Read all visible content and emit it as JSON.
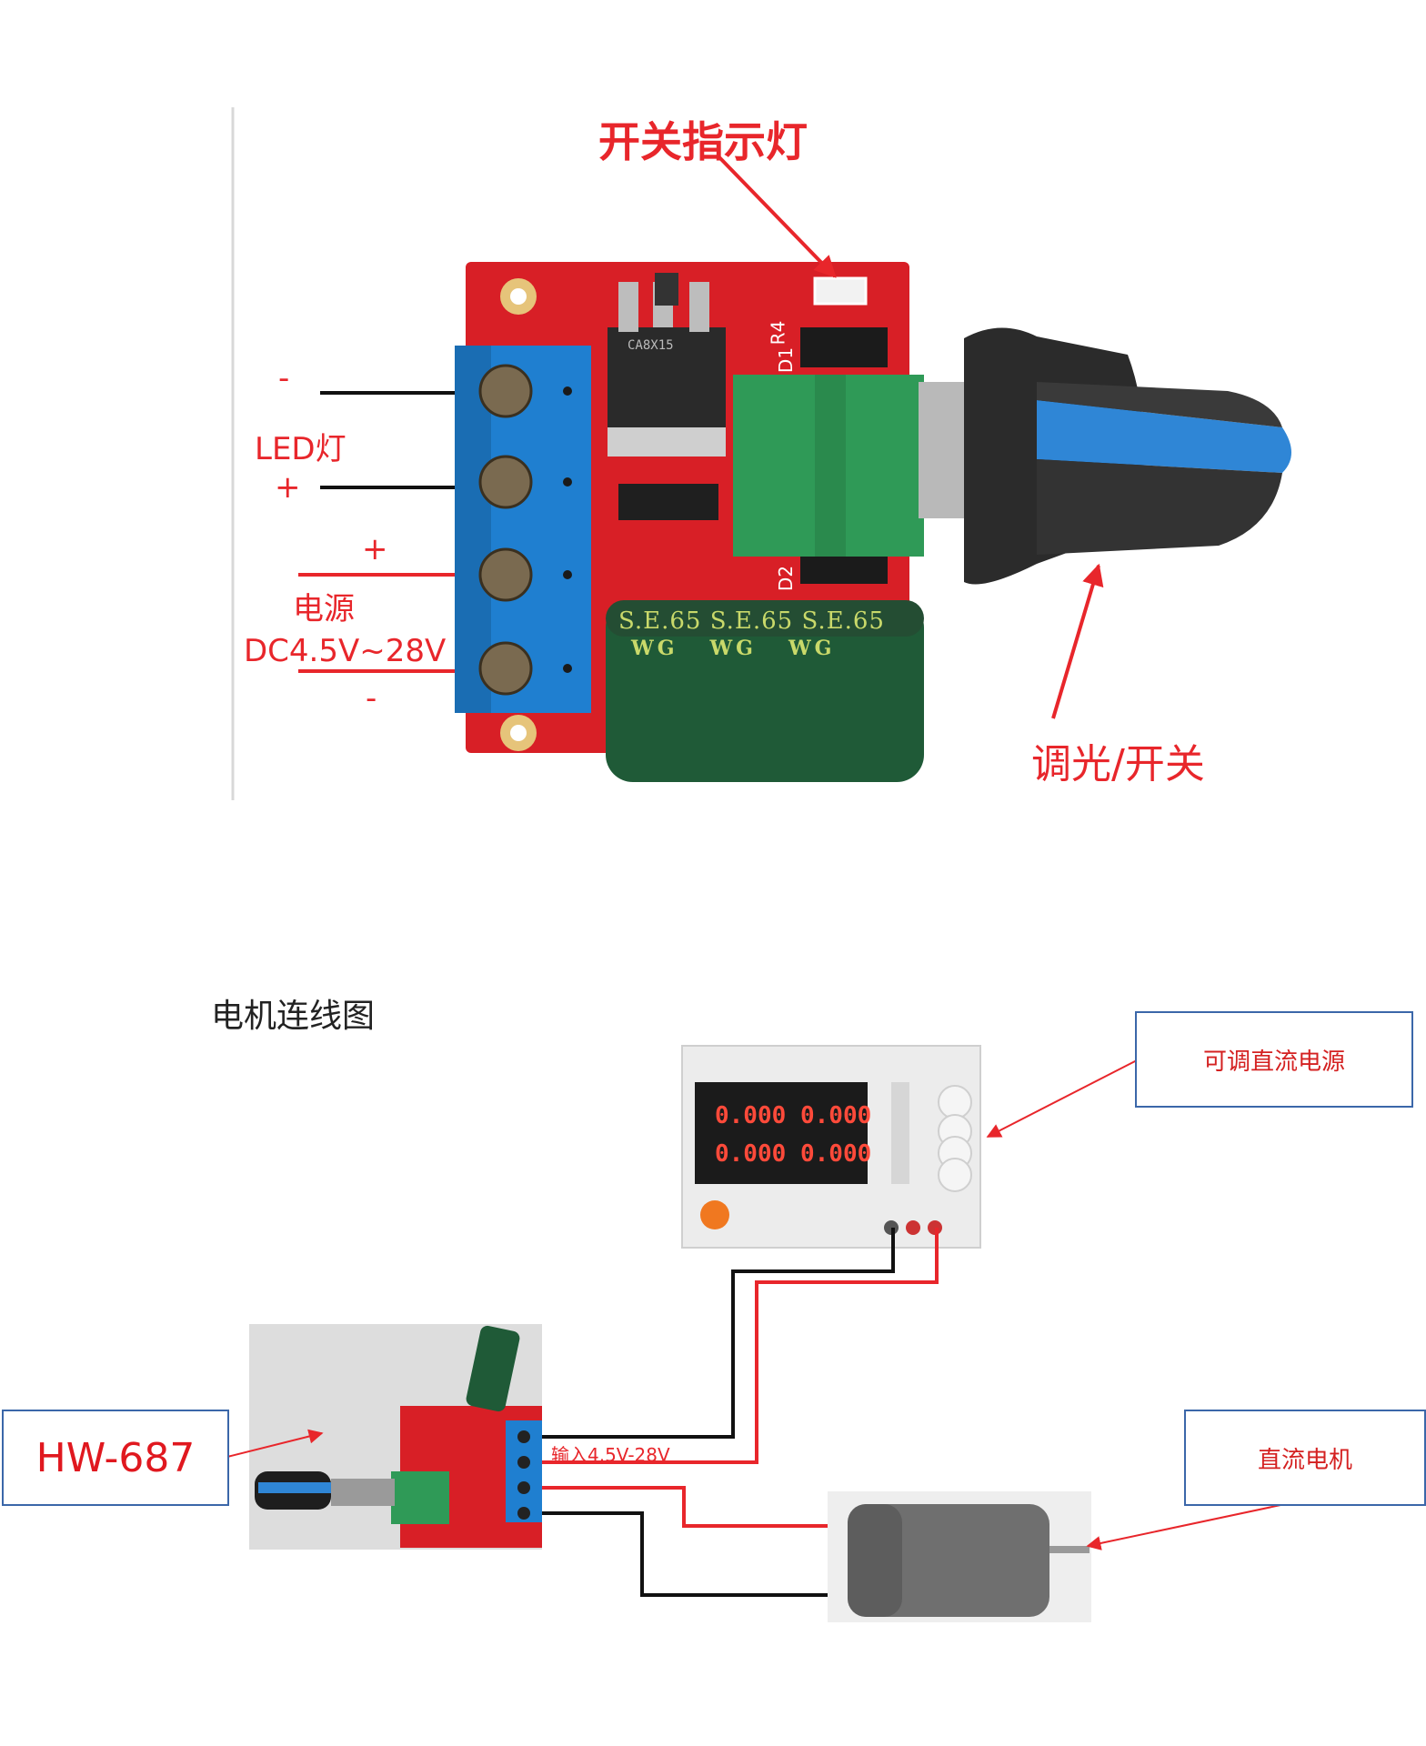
{
  "top_diagram": {
    "labels": {
      "indicator": "开关指示灯",
      "led_minus": "-",
      "led": "LED灯",
      "led_plus": "+",
      "power_plus": "+",
      "power": "电源",
      "voltage": "DC4.5V~28V",
      "power_minus": "-",
      "knob": "调光/开关"
    },
    "pcb_print": {
      "cap_band_1": "S.E.65  S.E.65  S.E.65",
      "cap_band_2": "WG   WG   WG",
      "mosfet": "CA8X15",
      "silk_d1": "D1",
      "silk_r4": "R4",
      "silk_d2": "D2"
    }
  },
  "motor_section": {
    "title": "电机连线图",
    "psu_label": "可调直流电源",
    "module_label": "HW-687",
    "input_label": "输入4.5V-28V",
    "motor_label": "直流电机",
    "psu_display": [
      "0.000",
      "0.000",
      "0.000",
      "0.000"
    ]
  },
  "colors": {
    "annotation_red": "#e8262b",
    "pcb_red": "#d81f26",
    "terminal_blue": "#1f7fd0",
    "pot_green": "#2f9a57",
    "cap_green": "#1f5a37",
    "box_border": "#3b67a9"
  }
}
